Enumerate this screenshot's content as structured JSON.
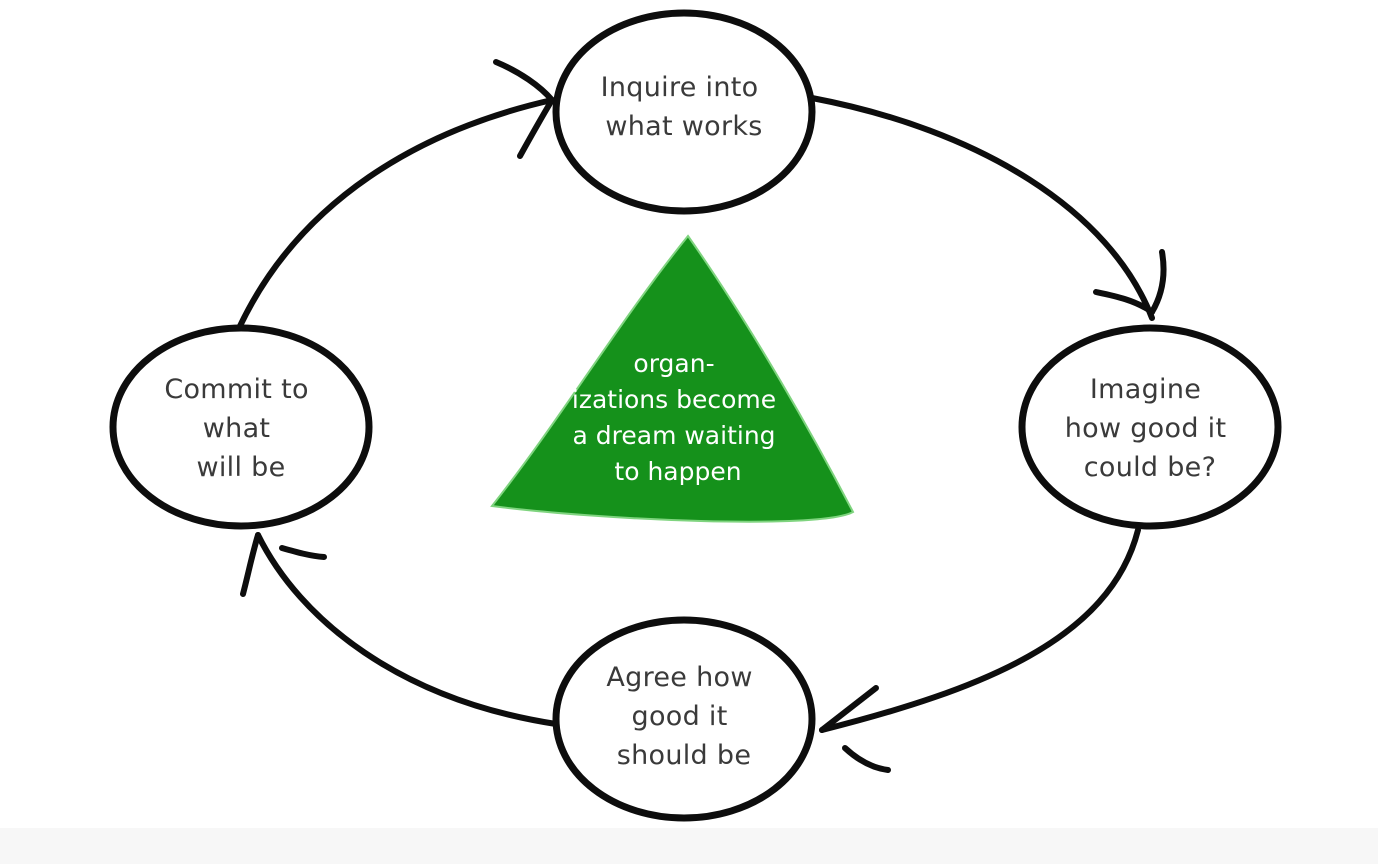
{
  "diagram": {
    "nodes": [
      {
        "id": "inquire",
        "lines": [
          "Inquire into",
          "what works"
        ]
      },
      {
        "id": "imagine",
        "lines": [
          "Imagine",
          "how good it",
          "could be?"
        ]
      },
      {
        "id": "agree",
        "lines": [
          "Agree how",
          "good it",
          "should be"
        ]
      },
      {
        "id": "commit",
        "lines": [
          "Commit to",
          "what",
          "will be"
        ]
      }
    ],
    "center": {
      "lines": [
        "organ-",
        "izations become",
        "a dream waiting",
        "to happen"
      ],
      "color": "#15911b"
    },
    "colors": {
      "stroke": "#0d0d0d",
      "node_text": "#3a3a3a",
      "center_text": "#ffffff"
    }
  }
}
